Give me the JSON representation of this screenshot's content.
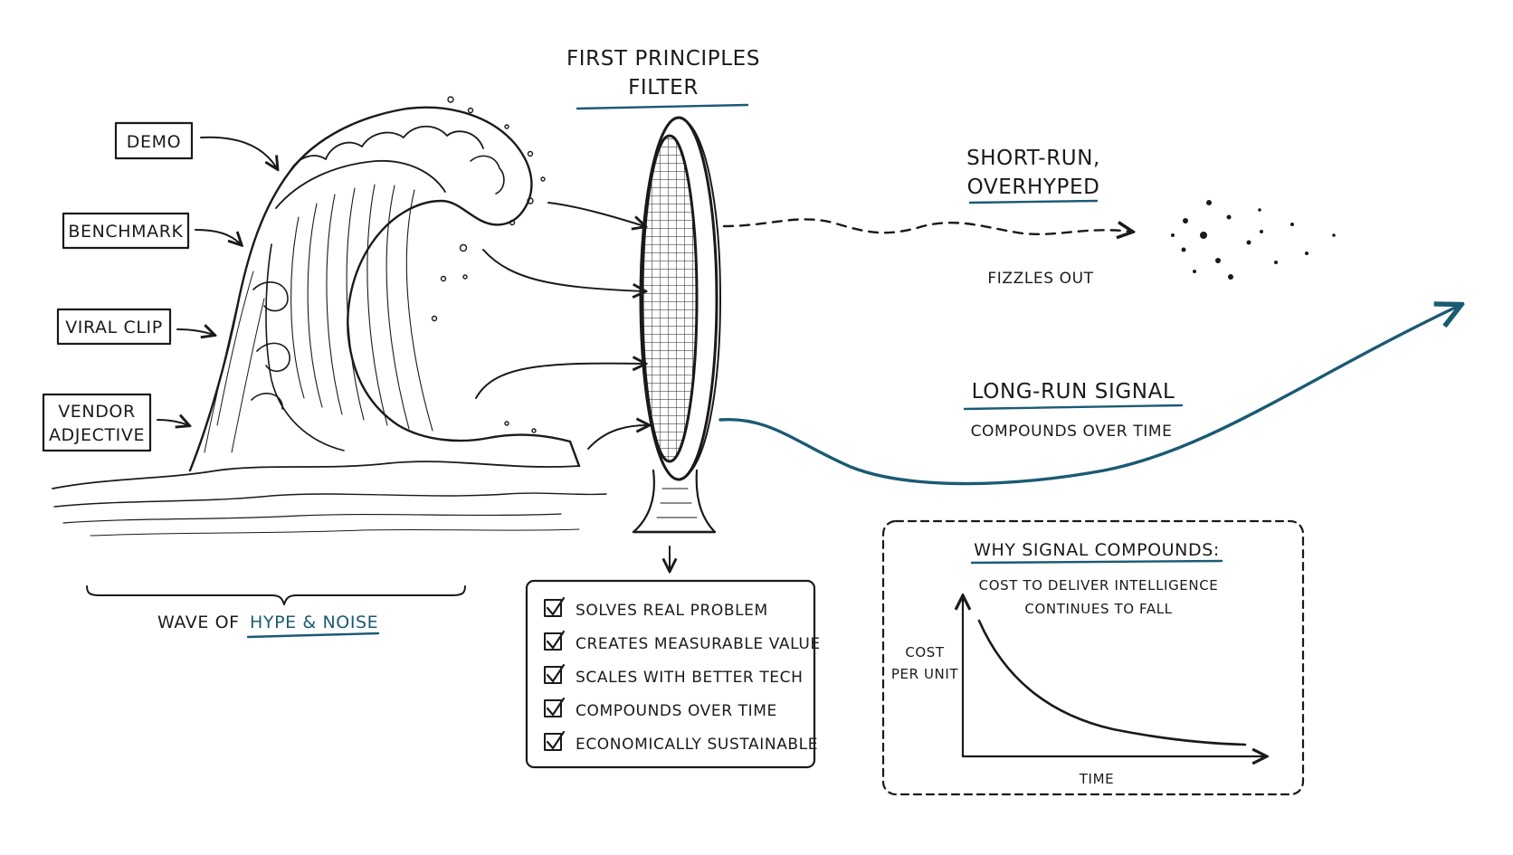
{
  "labels": {
    "demo": "DEMO",
    "benchmark": "BENCHMARK",
    "viral_clip": "VIRAL CLIP",
    "vendor_line1": "VENDOR",
    "vendor_line2": "ADJECTIVE"
  },
  "wave_caption": {
    "prefix": "WAVE OF",
    "highlight": "HYPE & NOISE"
  },
  "filter": {
    "title_line1": "FIRST PRINCIPLES",
    "title_line2": "FILTER"
  },
  "checklist": [
    "SOLVES REAL PROBLEM",
    "CREATES MEASURABLE VALUE",
    "SCALES WITH BETTER TECH",
    "COMPOUNDS OVER TIME",
    "ECONOMICALLY SUSTAINABLE"
  ],
  "short_run": {
    "line1": "SHORT-RUN,",
    "line2": "OVERHYPED",
    "outcome": "FIZZLES OUT"
  },
  "long_run": {
    "title": "LONG-RUN SIGNAL",
    "subtitle": "COMPOUNDS OVER TIME"
  },
  "why_box": {
    "title": "WHY SIGNAL COMPOUNDS:",
    "line1": "COST TO DELIVER INTELLIGENCE",
    "line2": "CONTINUES TO FALL",
    "ylabel_line1": "COST",
    "ylabel_line2": "PER UNIT",
    "xlabel": "TIME"
  },
  "colors": {
    "accent": "#1b5a73",
    "ink": "#1a1a1a"
  }
}
